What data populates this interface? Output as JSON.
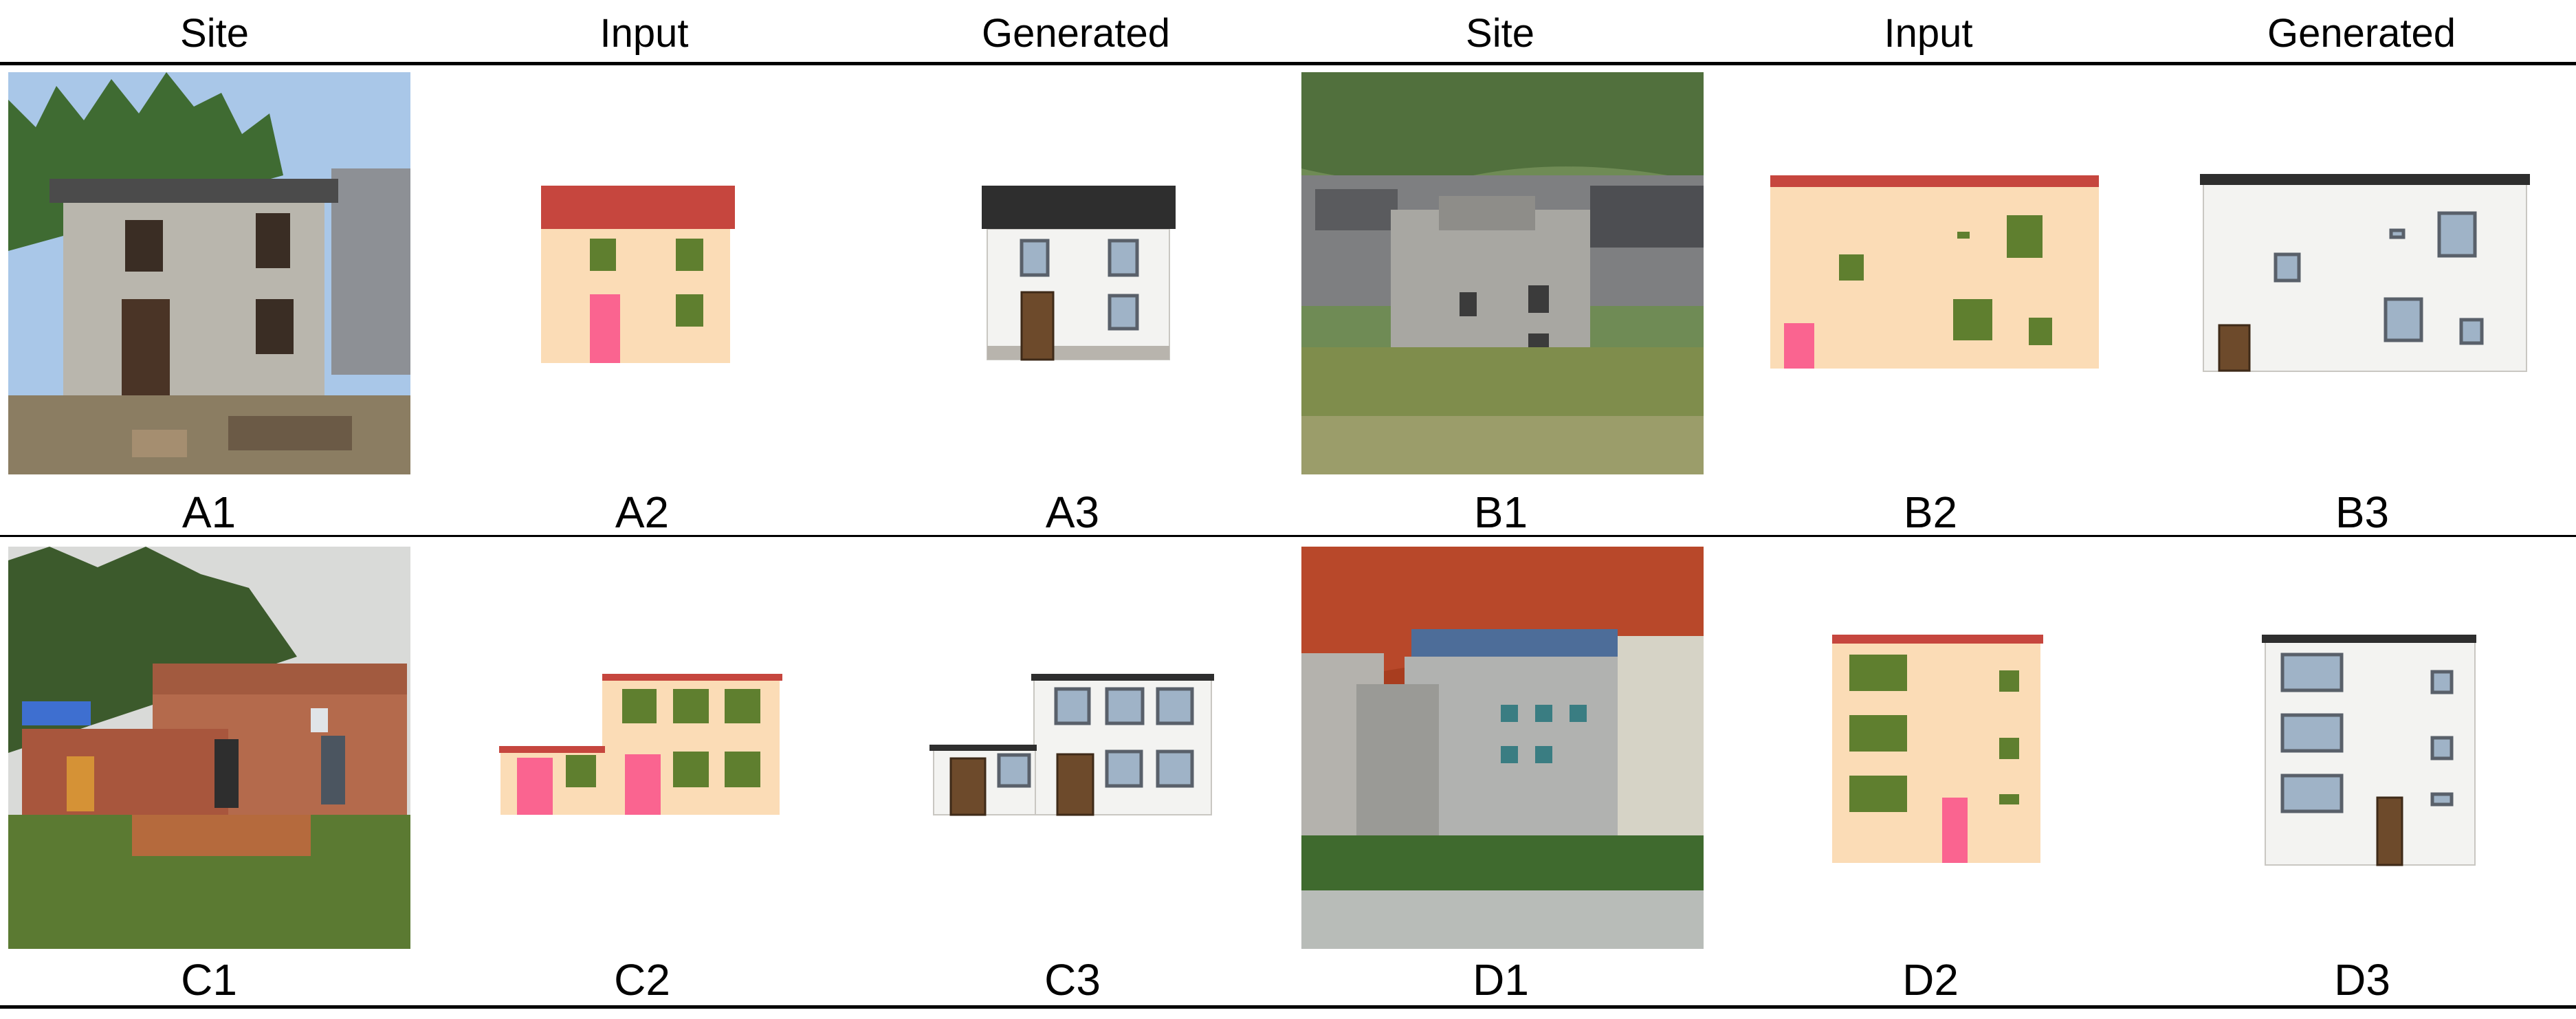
{
  "headers": [
    "Site",
    "Input",
    "Generated",
    "Site",
    "Input",
    "Generated"
  ],
  "rows": [
    {
      "labels": [
        "A1",
        "A2",
        "A3",
        "B1",
        "B2",
        "B3"
      ]
    },
    {
      "labels": [
        "C1",
        "C2",
        "C3",
        "D1",
        "D2",
        "D3"
      ]
    }
  ],
  "colors": {
    "wall": "#fbdcb6",
    "roof": "#c6463e",
    "window": "#5f7f2f",
    "door": "#fa6490",
    "gen_wall": "#f3f3f1",
    "gen_roof": "#2e2e2e",
    "gen_frame": "#59606a",
    "gen_door": "#6d4a2b"
  }
}
